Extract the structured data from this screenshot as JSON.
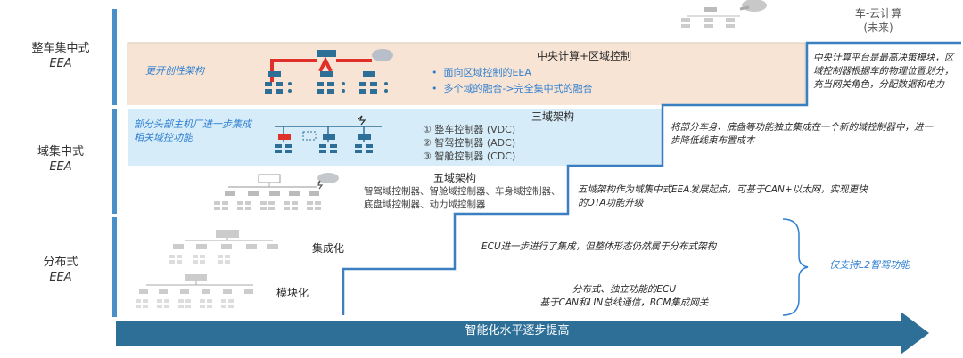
{
  "stages": {
    "vehicle": {
      "cn": "整车集中式",
      "en": "EEA"
    },
    "domain": {
      "cn": "域集中式",
      "en": "EEA"
    },
    "distributed": {
      "cn": "分布式",
      "en": "EEA"
    }
  },
  "cloud": {
    "title": "车-云计算",
    "sub": "(未来)"
  },
  "central": {
    "tag": "更开创性架构",
    "title": "中央计算+区域控制",
    "bullets": [
      "面向区域控制的EEA",
      "多个域的融合->完全集中式的融合"
    ],
    "desc": "中央计算平台是最高决策模块，区域控制器根据车的物理位置划分，充当网关角色，分配数据和电力"
  },
  "three_domain": {
    "tag": "部分头部主机厂进一步集成相关域控功能",
    "title": "三域架构",
    "items": [
      "① 整车控制器 (VDC)",
      "② 智驾控制器 (ADC)",
      "③ 智舱控制器 (CDC)"
    ],
    "desc": "将部分车身、底盘等功能独立集成在一个新的域控制器中，进一步降低线束布置成本"
  },
  "five_domain": {
    "title": "五域架构",
    "detail": "智驾域控制器、智舱域控制器、车身域控制器、底盘域控制器、动力域控制器",
    "desc": "五域架构作为域集中式EEA发展起点，可基于CAN+以太网，实现更快的OTA功能升级"
  },
  "integrated": {
    "label": "集成化",
    "desc": "ECU进一步进行了集成，但整体形态仍然属于分布式架构"
  },
  "modular": {
    "label": "模块化",
    "desc_line1": "分布式、独立功能的ECU",
    "desc_line2": "基于CAN和LIN总线通信，BCM集成网关"
  },
  "l2_note": "仅支持L2智驾功能",
  "arrow_label": "智能化水平逐步提高",
  "colors": {
    "central_band": "#f8e4d4",
    "three_band": "#d6ecf8",
    "accent": "#2f7fd0",
    "arrow": "#2e6f98",
    "stair": "#3a7fc0",
    "red": "#e0302a"
  }
}
